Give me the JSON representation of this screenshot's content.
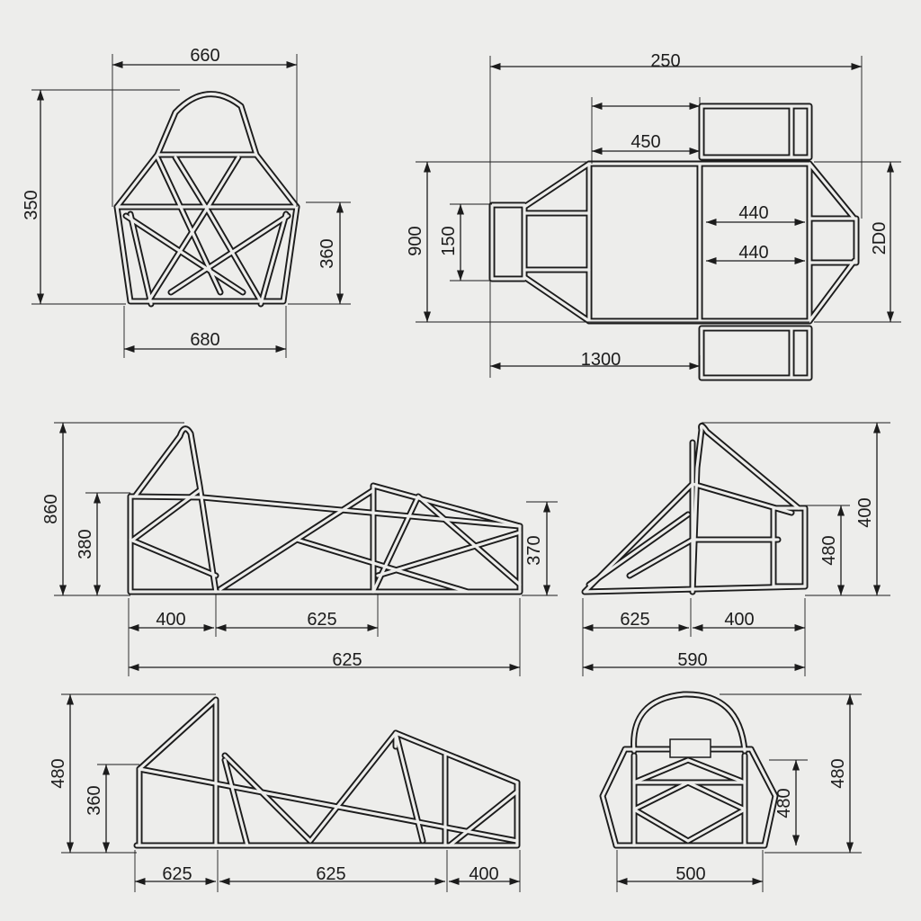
{
  "views": {
    "front": {
      "width_top": "660",
      "height_total": "350",
      "height_lower": "360",
      "width_bottom": "680"
    },
    "plan": {
      "overall": "250",
      "pod_offset": "450",
      "width": "900",
      "nose_width": "150",
      "bay_1": "440",
      "bay_2": "440",
      "rear_width": "2D0",
      "length": "1300"
    },
    "side_left": {
      "height_total": "860",
      "height_front": "380",
      "height_rear": "370",
      "seg_1": "400",
      "seg_2": "625",
      "overall": "625"
    },
    "rear_side": {
      "height_total": "400",
      "height_box": "480",
      "seg_1": "625",
      "seg_2": "400",
      "overall": "590"
    },
    "side_lower": {
      "height_total": "480",
      "height_front": "360",
      "seg_1": "625",
      "seg_2": "625",
      "seg_3": "400"
    },
    "rear": {
      "height_total": "480",
      "height_inner": "480",
      "width": "500"
    }
  }
}
